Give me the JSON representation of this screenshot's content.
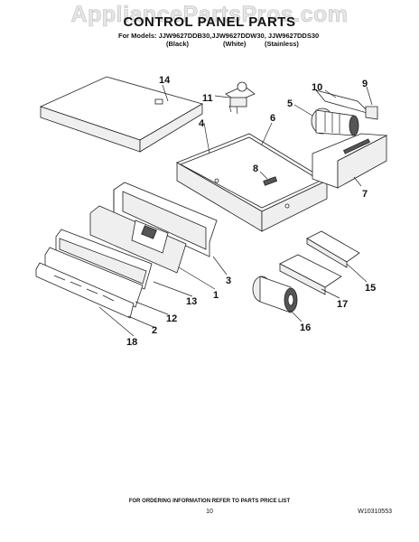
{
  "watermark": "AppliancePartsPros.com",
  "title": "CONTROL PANEL PARTS",
  "models_line": "For Models: JJW9627DDB30,JJW9627DDW30, JJW9627DDS30",
  "variants": [
    "(Black)",
    "(White)",
    "(Stainless)"
  ],
  "callouts": {
    "p1": "1",
    "p2": "2",
    "p3": "3",
    "p4": "4",
    "p5": "5",
    "p6": "6",
    "p7": "7",
    "p8": "8",
    "p9": "9",
    "p10": "10",
    "p11": "11",
    "p12": "12",
    "p13": "13",
    "p14": "14",
    "p15": "15",
    "p16": "16",
    "p17": "17",
    "p18": "18"
  },
  "footer_note": "FOR ORDERING INFORMATION REFER TO PARTS PRICE LIST",
  "page_number": "10",
  "doc_code": "W10310553"
}
